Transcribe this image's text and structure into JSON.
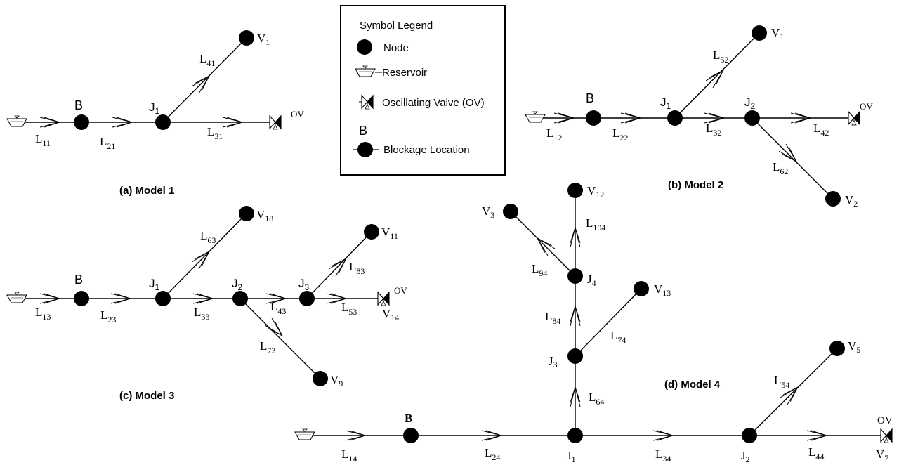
{
  "legend": {
    "title": "Symbol Legend",
    "node": "Node",
    "reservoir": "Reservoir",
    "valve": "Oscillating Valve (OV)",
    "blockage_mark": "B",
    "blockage": "Blockage Location"
  },
  "model1": {
    "caption": "(a) Model 1",
    "B": "B",
    "J1": {
      "m": "J",
      "s": "1"
    },
    "V1": {
      "m": "V",
      "s": "1"
    },
    "L11": {
      "m": "L",
      "s": "11"
    },
    "L21": {
      "m": "L",
      "s": "21"
    },
    "L31": {
      "m": "L",
      "s": "31"
    },
    "L41": {
      "m": "L",
      "s": "41"
    },
    "OV": "OV"
  },
  "model2": {
    "caption": "(b) Model 2",
    "B": "B",
    "J1": {
      "m": "J",
      "s": "1"
    },
    "J2": {
      "m": "J",
      "s": "2"
    },
    "V1": {
      "m": "V",
      "s": "1"
    },
    "V2": {
      "m": "V",
      "s": "2"
    },
    "L12": {
      "m": "L",
      "s": "12"
    },
    "L22": {
      "m": "L",
      "s": "22"
    },
    "L32": {
      "m": "L",
      "s": "32"
    },
    "L42": {
      "m": "L",
      "s": "42"
    },
    "L52": {
      "m": "L",
      "s": "52"
    },
    "L62": {
      "m": "L",
      "s": "62"
    },
    "OV": "OV"
  },
  "model3": {
    "caption": "(c) Model 3",
    "B": "B",
    "J1": {
      "m": "J",
      "s": "1"
    },
    "J2": {
      "m": "J",
      "s": "2"
    },
    "J3": {
      "m": "J",
      "s": "3"
    },
    "V18": {
      "m": "V",
      "s": "18"
    },
    "V11": {
      "m": "V",
      "s": "11"
    },
    "V14": {
      "m": "V",
      "s": "14"
    },
    "V9": {
      "m": "V",
      "s": "9"
    },
    "L13": {
      "m": "L",
      "s": "13"
    },
    "L23": {
      "m": "L",
      "s": "23"
    },
    "L33": {
      "m": "L",
      "s": "33"
    },
    "L43": {
      "m": "L",
      "s": "43"
    },
    "L53": {
      "m": "L",
      "s": "53"
    },
    "L63": {
      "m": "L",
      "s": "63"
    },
    "L73": {
      "m": "L",
      "s": "73"
    },
    "L83": {
      "m": "L",
      "s": "83"
    },
    "OV": "OV"
  },
  "model4": {
    "caption": "(d) Model 4",
    "B": "B",
    "J1": {
      "m": "J",
      "s": "1"
    },
    "J2": {
      "m": "J",
      "s": "2"
    },
    "J3": {
      "m": "J",
      "s": "3"
    },
    "J4": {
      "m": "J",
      "s": "4"
    },
    "V3": {
      "m": "V",
      "s": "3"
    },
    "V5": {
      "m": "V",
      "s": "5"
    },
    "V7": {
      "m": "V",
      "s": "7"
    },
    "V12": {
      "m": "V",
      "s": "12"
    },
    "V13": {
      "m": "V",
      "s": "13"
    },
    "L14": {
      "m": "L",
      "s": "14"
    },
    "L24": {
      "m": "L",
      "s": "24"
    },
    "L34": {
      "m": "L",
      "s": "34"
    },
    "L44": {
      "m": "L",
      "s": "44"
    },
    "L54": {
      "m": "L",
      "s": "54"
    },
    "L64": {
      "m": "L",
      "s": "64"
    },
    "L74": {
      "m": "L",
      "s": "74"
    },
    "L84": {
      "m": "L",
      "s": "84"
    },
    "L94": {
      "m": "L",
      "s": "94"
    },
    "L104": {
      "m": "L",
      "s": "104"
    },
    "OV": "OV"
  }
}
